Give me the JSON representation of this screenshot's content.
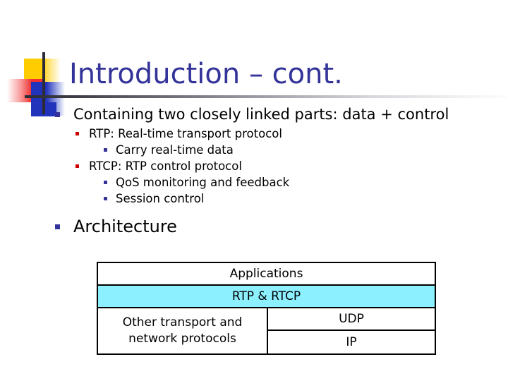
{
  "slide": {
    "title": "Introduction – cont.",
    "title_color": "#333399",
    "background_color": "#ffffff",
    "accent_line_color": "#2B2B35"
  },
  "logo": {
    "yellow": "#FFCC00",
    "red": "#F03030",
    "blue": "#2233BB",
    "cross": "#2B2B35"
  },
  "bullets": {
    "level1_marker_color": "#333399",
    "level2_marker_color": "#CC0000",
    "level3_marker_color": "#333399",
    "items": [
      {
        "level": 1,
        "text": "Containing two closely linked parts: data + control"
      },
      {
        "level": 2,
        "text": "RTP: Real-time transport protocol"
      },
      {
        "level": 3,
        "text": "Carry real-time data"
      },
      {
        "level": 2,
        "text": "RTCP: RTP control protocol"
      },
      {
        "level": 3,
        "text": "QoS monitoring and feedback"
      },
      {
        "level": 3,
        "text": "Session control"
      }
    ],
    "architecture_heading": "Architecture"
  },
  "architecture_table": {
    "highlight_color": "#8CF0FF",
    "border_color": "#000000",
    "rows": {
      "applications": "Applications",
      "rtp_rtcp": "RTP & RTCP",
      "other_protocols_line1": "Other transport and",
      "other_protocols_line2": "network protocols",
      "udp": "UDP",
      "ip": "IP"
    }
  }
}
